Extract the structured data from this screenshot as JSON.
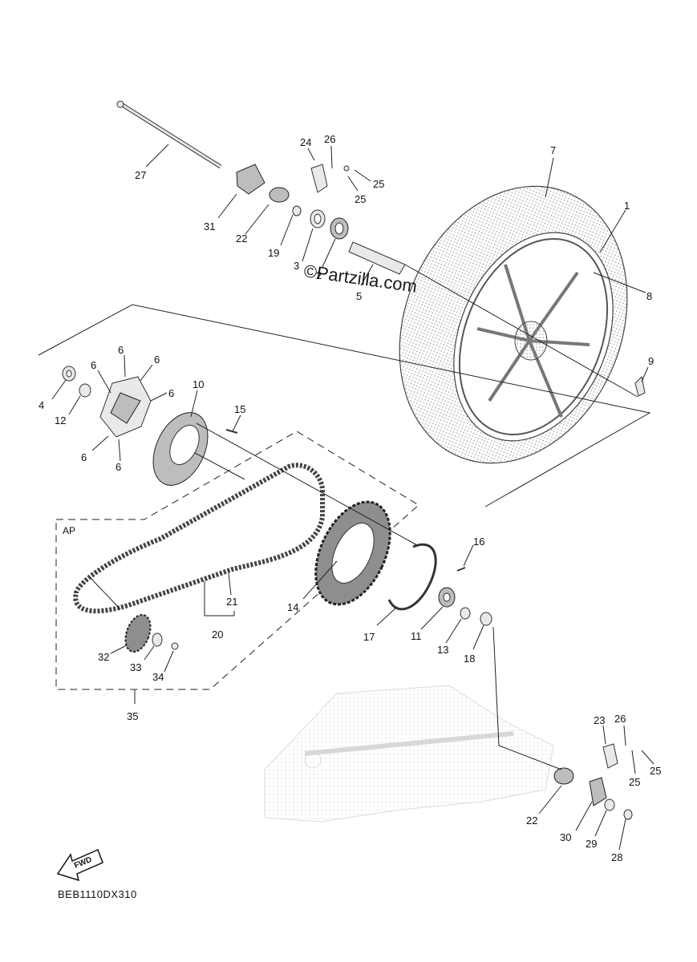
{
  "watermark": "©Partzilla.com",
  "diagram_code": "BEB1110DX310",
  "assembly_label": "AP",
  "fwd_label": "FWD",
  "callouts": [
    {
      "id": "c-27",
      "text": "27"
    },
    {
      "id": "c-24",
      "text": "24"
    },
    {
      "id": "c-26a",
      "text": "26"
    },
    {
      "id": "c-25a",
      "text": "25"
    },
    {
      "id": "c-25b",
      "text": "25"
    },
    {
      "id": "c-31",
      "text": "31"
    },
    {
      "id": "c-22a",
      "text": "22"
    },
    {
      "id": "c-19",
      "text": "19"
    },
    {
      "id": "c-3",
      "text": "3"
    },
    {
      "id": "c-2",
      "text": "2"
    },
    {
      "id": "c-5",
      "text": "5"
    },
    {
      "id": "c-7",
      "text": "7"
    },
    {
      "id": "c-1",
      "text": "1"
    },
    {
      "id": "c-8",
      "text": "8"
    },
    {
      "id": "c-9",
      "text": "9"
    },
    {
      "id": "c-6a",
      "text": "6"
    },
    {
      "id": "c-6b",
      "text": "6"
    },
    {
      "id": "c-6c",
      "text": "6"
    },
    {
      "id": "c-6d",
      "text": "6"
    },
    {
      "id": "c-6e",
      "text": "6"
    },
    {
      "id": "c-6f",
      "text": "6"
    },
    {
      "id": "c-4",
      "text": "4"
    },
    {
      "id": "c-12",
      "text": "12"
    },
    {
      "id": "c-10",
      "text": "10"
    },
    {
      "id": "c-15",
      "text": "15"
    },
    {
      "id": "c-16",
      "text": "16"
    },
    {
      "id": "c-14",
      "text": "14"
    },
    {
      "id": "c-21",
      "text": "21"
    },
    {
      "id": "c-20",
      "text": "20"
    },
    {
      "id": "c-17",
      "text": "17"
    },
    {
      "id": "c-11",
      "text": "11"
    },
    {
      "id": "c-13",
      "text": "13"
    },
    {
      "id": "c-18",
      "text": "18"
    },
    {
      "id": "c-32",
      "text": "32"
    },
    {
      "id": "c-33",
      "text": "33"
    },
    {
      "id": "c-34",
      "text": "34"
    },
    {
      "id": "c-35",
      "text": "35"
    },
    {
      "id": "c-23",
      "text": "23"
    },
    {
      "id": "c-26b",
      "text": "26"
    },
    {
      "id": "c-25c",
      "text": "25"
    },
    {
      "id": "c-25d",
      "text": "25"
    },
    {
      "id": "c-22b",
      "text": "22"
    },
    {
      "id": "c-30",
      "text": "30"
    },
    {
      "id": "c-29",
      "text": "29"
    },
    {
      "id": "c-28",
      "text": "28"
    }
  ]
}
